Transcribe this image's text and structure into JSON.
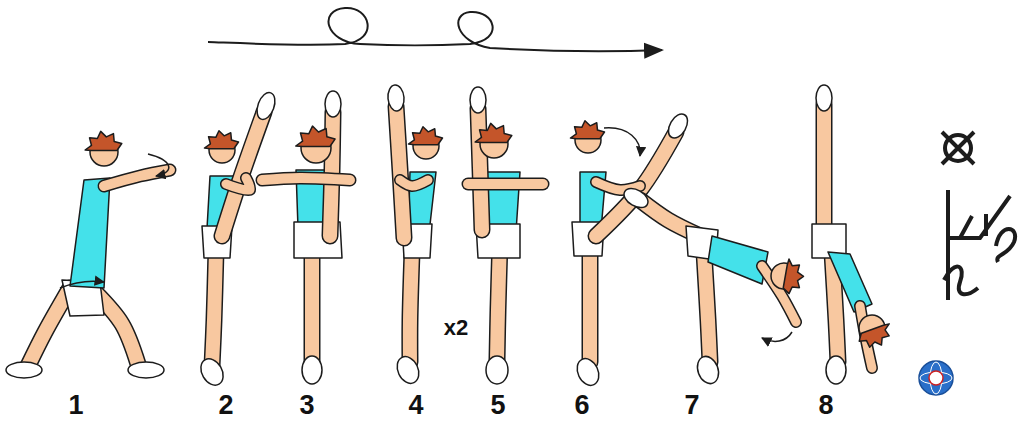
{
  "diagram": {
    "labels": [
      "1",
      "2",
      "3",
      "4",
      "x2",
      "5",
      "6",
      "7",
      "8"
    ]
  }
}
